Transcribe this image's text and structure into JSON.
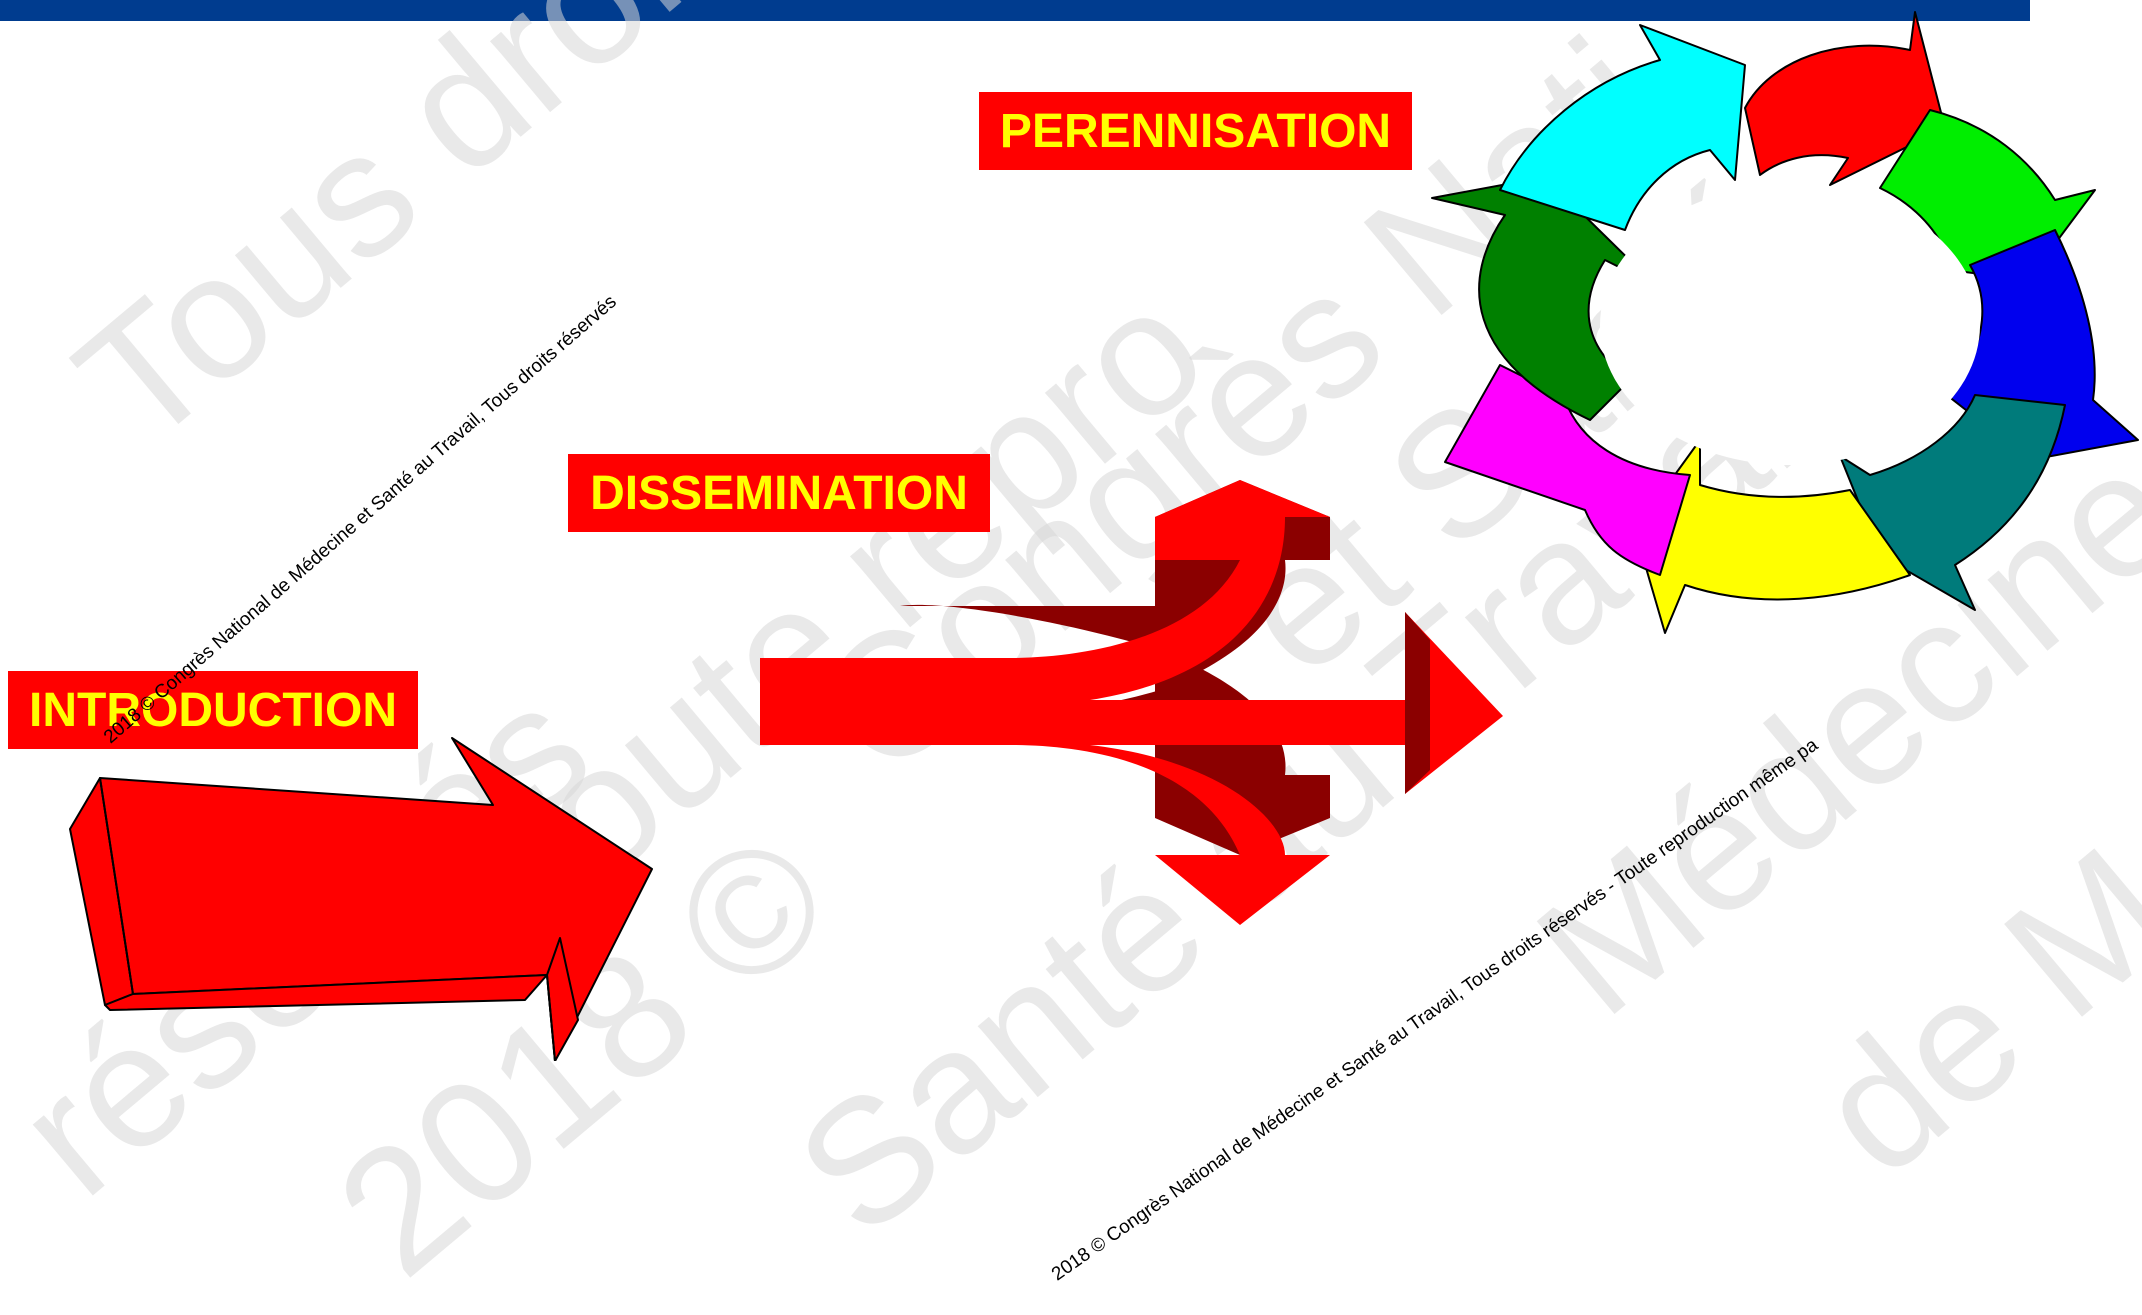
{
  "header": {
    "bar_color": "#003c8f"
  },
  "stages": {
    "introduction": "INTRODUCTION",
    "dissemination": "DISSEMINATION",
    "perennisation": "PERENNISATION"
  },
  "colors": {
    "label_bg": "#ff0000",
    "label_text": "#ffff00",
    "arrow": "#ff0000",
    "arrow_shadow": "#8b0000",
    "cycle": [
      "#ff0000",
      "#00ee00",
      "#0000ee",
      "#007b7b",
      "#ffff00",
      "#ff00ff",
      "#008000",
      "#00ffff"
    ]
  },
  "watermark": {
    "line1": "2018 © Congrès National de Médecine et Santé au Travail, Tous droits réservés",
    "line2": "2018 © Congrès National de Médecine et Santé au Travail, Tous droits réservés - Toute reproduction même pa",
    "background_words": [
      "Tous droits",
      "Toute repro",
      "Congrès Nati",
      "Santé au Travail",
      "Médecine",
      "réservés",
      "2018 ©",
      "et Santé",
      "de Méd"
    ]
  },
  "icons": [
    "straight-3d-arrow",
    "split-3d-arrow",
    "circular-cycle-arrows"
  ]
}
